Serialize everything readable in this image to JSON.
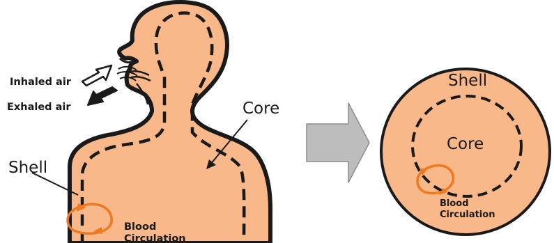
{
  "left_figure": {
    "inhaled_label": "Inhaled air",
    "exhaled_label": "Exhaled air",
    "core_label": "Core",
    "shell_label": "Shell",
    "blood_label_line1": "Blood",
    "blood_label_line2": "Circulation"
  },
  "right_figure": {
    "shell_label": "Shell",
    "core_label": "Core",
    "blood_label_line1": "Blood",
    "blood_label_line2": "Circulation"
  },
  "colors": {
    "body_fill": "#f9b88a",
    "outline": "#1a1a1a",
    "circulation": "#f07820",
    "arrow_fill": "#bdbdbd",
    "arrow_stroke": "#8c8c8c"
  }
}
